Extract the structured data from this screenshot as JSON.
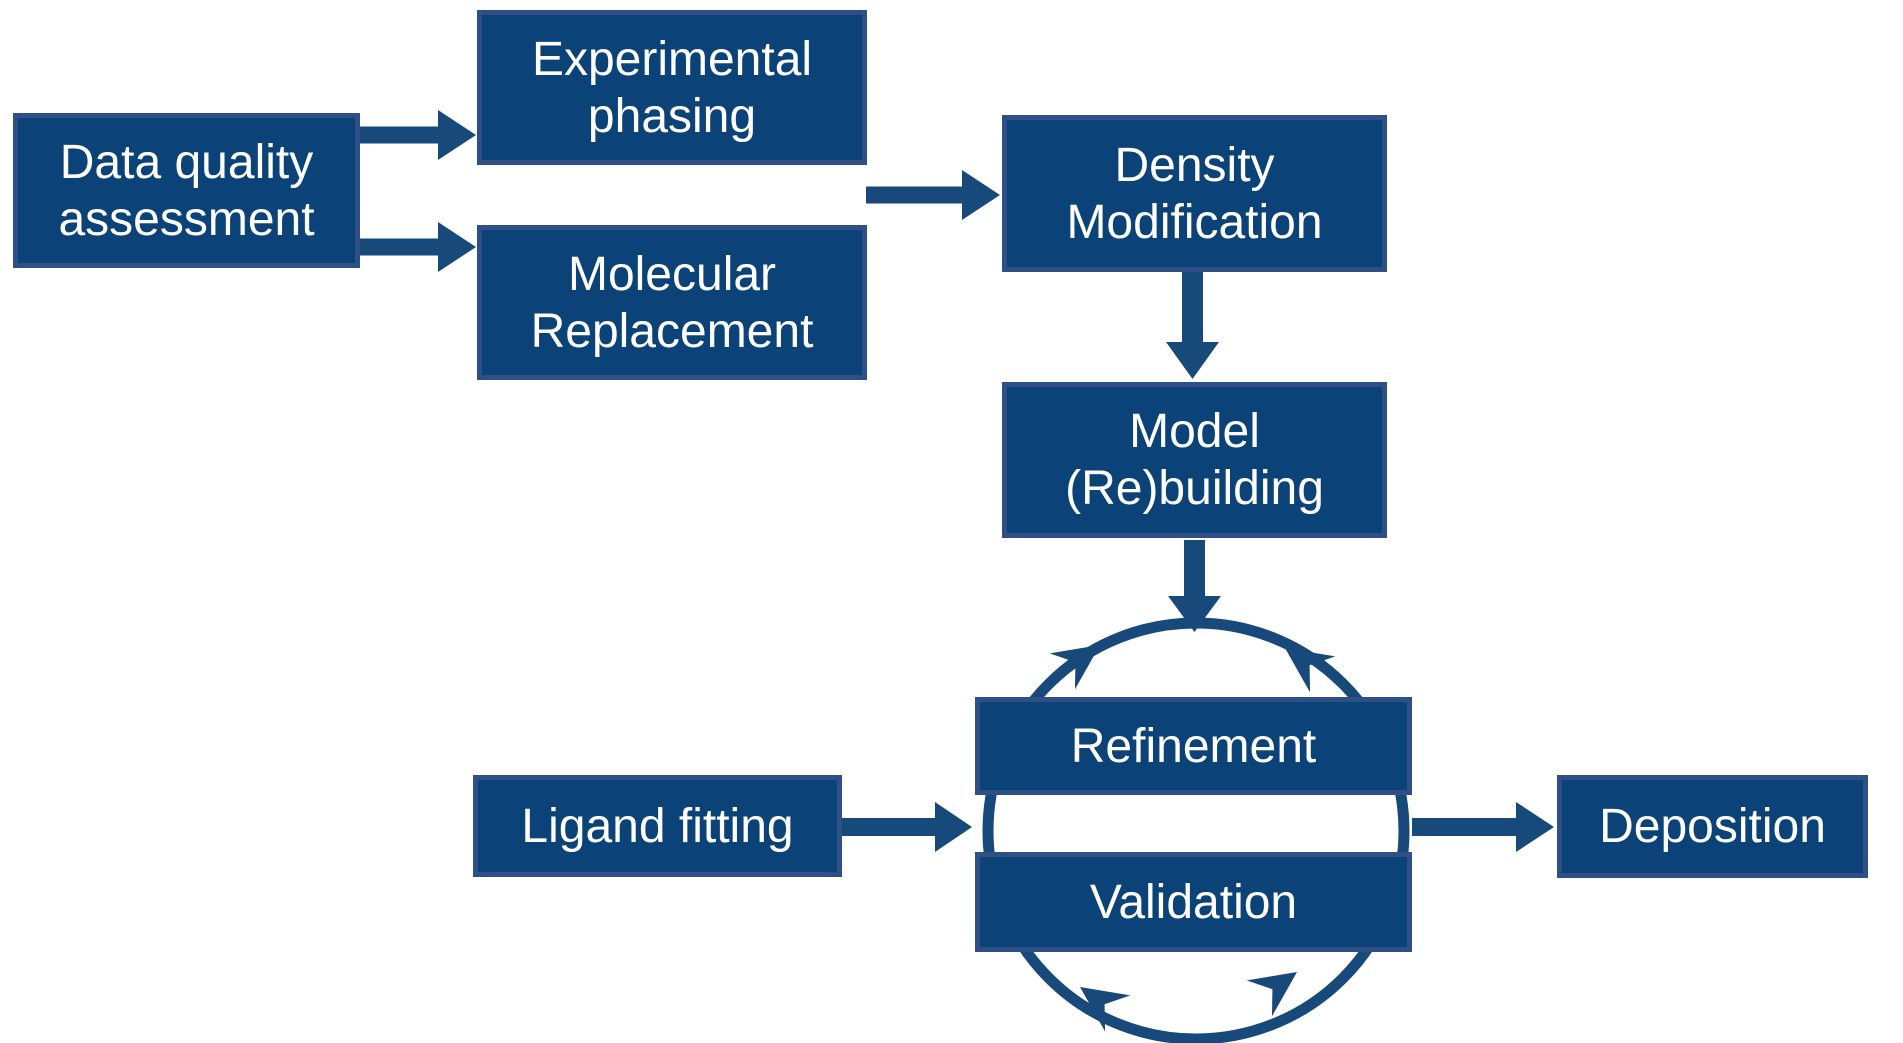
{
  "colors": {
    "box_fill": "#0b4277",
    "box_border": "#2e5086",
    "arrow": "#17497b",
    "text": "#ffffff",
    "background": "#ffffff"
  },
  "nodes": {
    "data_quality": {
      "line1": "Data quality",
      "line2": "assessment"
    },
    "experimental_phasing": {
      "line1": "Experimental",
      "line2": "phasing"
    },
    "molecular_replacement": {
      "line1": "Molecular",
      "line2": "Replacement"
    },
    "density_modification": {
      "line1": "Density",
      "line2": "Modification"
    },
    "model_rebuilding": {
      "line1": "Model",
      "line2": "(Re)building"
    },
    "refinement": {
      "line1": "Refinement"
    },
    "validation": {
      "line1": "Validation"
    },
    "ligand_fitting": {
      "line1": "Ligand fitting"
    },
    "deposition": {
      "line1": "Deposition"
    }
  },
  "edges": [
    {
      "from": "data_quality",
      "to": "experimental_phasing",
      "style": "straight-arrow"
    },
    {
      "from": "data_quality",
      "to": "molecular_replacement",
      "style": "straight-arrow"
    },
    {
      "from": "experimental_phasing / molecular_replacement",
      "to": "density_modification",
      "style": "straight-arrow"
    },
    {
      "from": "density_modification",
      "to": "model_rebuilding",
      "style": "straight-arrow"
    },
    {
      "from": "model_rebuilding",
      "to": "refinement_validation_cycle",
      "style": "straight-arrow"
    },
    {
      "from": "ligand_fitting",
      "to": "refinement_validation_cycle",
      "style": "straight-arrow"
    },
    {
      "from": "refinement_validation_cycle",
      "to": "deposition",
      "style": "straight-arrow"
    },
    {
      "between": [
        "refinement",
        "validation"
      ],
      "style": "circular-cycle-arrows"
    }
  ]
}
